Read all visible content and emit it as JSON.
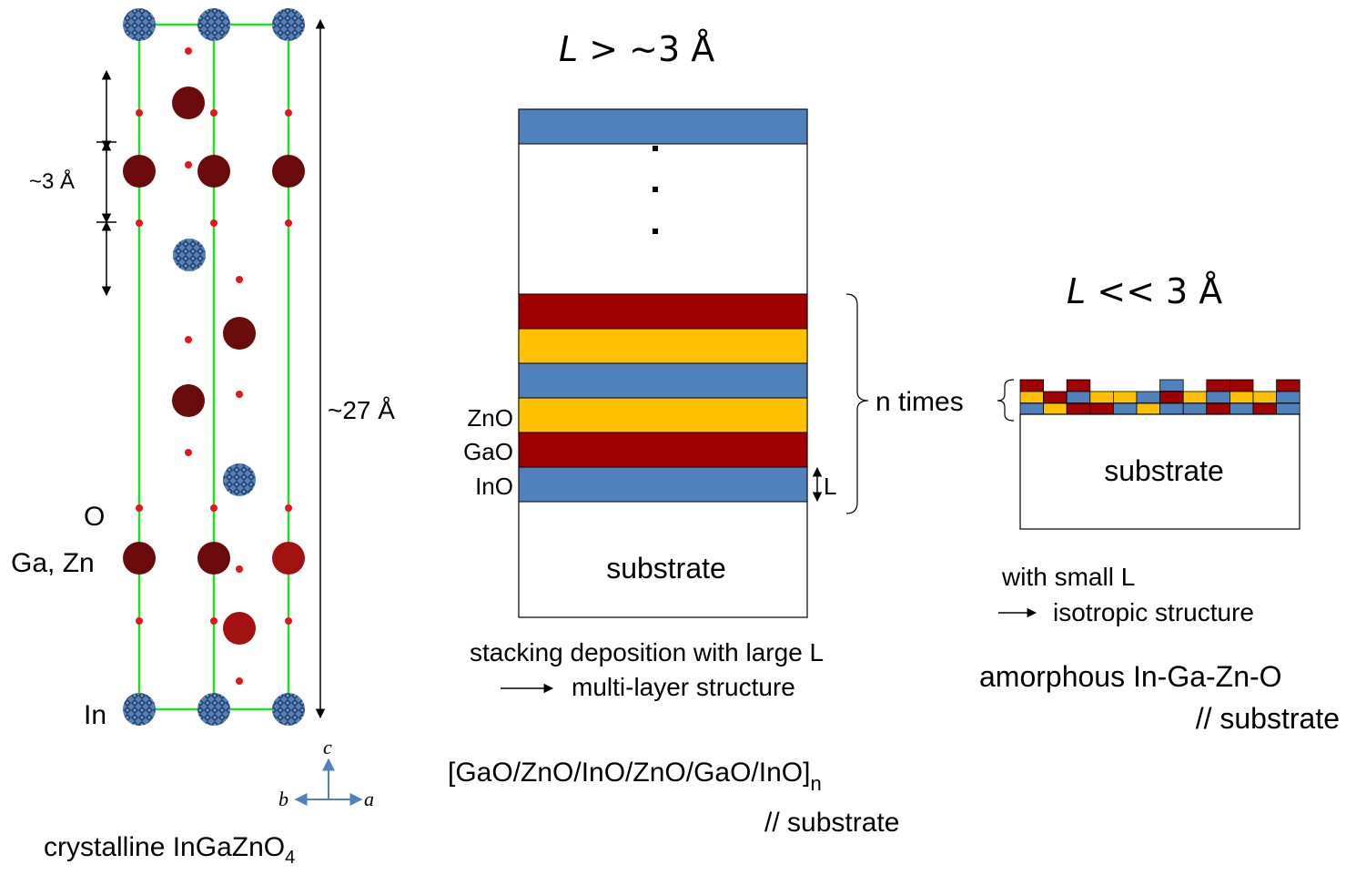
{
  "crystal": {
    "lbl_o": "O",
    "lbl_gazn": "Ga, Zn",
    "lbl_in": "In",
    "lbl_3a": "~3 Å",
    "lbl_27a": "~27 Å",
    "caption_main": "crystalline InGaZnO",
    "caption_sub": "4",
    "axis_c": "c",
    "axis_a": "a",
    "axis_b": "b"
  },
  "multilayer": {
    "title_var": "L",
    "title_rest": " >  ~3 Å",
    "label_zno": "ZnO",
    "label_gao": "GaO",
    "label_ino": "InO",
    "thickness_label": "L",
    "n_times": "n times",
    "substrate": "substrate",
    "caption_line1": "stacking deposition with large L",
    "caption_line2": "multi-layer structure",
    "formula": "[GaO/ZnO/InO/ZnO/GaO/InO]",
    "formula_sub": "n",
    "formula_line2": "// substrate"
  },
  "amorphous": {
    "title_var": "L",
    "title_rest": " <<  3 Å",
    "substrate": "substrate",
    "caption_line1": "with small L",
    "caption_line2": "isotropic structure",
    "caption_line3": "amorphous In-Ga-Zn-O",
    "caption_line4": "// substrate"
  },
  "colors": {
    "in_blue": "#4f81bd",
    "ga_red": "#a00000",
    "zn_yellow": "#ffc000",
    "atom_dark": "#6b0a0a",
    "atom_red": "#a31010",
    "oxygen": "#e8141c",
    "cell_green": "#22dd22"
  }
}
